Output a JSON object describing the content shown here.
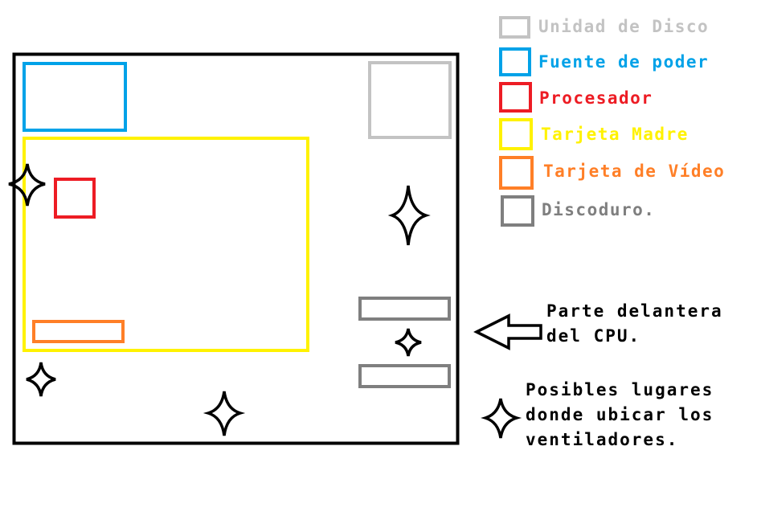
{
  "colors": {
    "disk_drive": "#c3c3c3",
    "power_supply": "#00a2e8",
    "processor": "#ed1c24",
    "motherboard": "#fff200",
    "video_card": "#ff7f27",
    "hard_drive": "#7f7f7f",
    "outline": "#000000"
  },
  "legend": [
    {
      "key": "disk_drive",
      "label": "Unidad de Disco"
    },
    {
      "key": "power_supply",
      "label": "Fuente de poder"
    },
    {
      "key": "processor",
      "label": "Procesador"
    },
    {
      "key": "motherboard",
      "label": "Tarjeta Madre"
    },
    {
      "key": "video_card",
      "label": "Tarjeta de Vídeo"
    },
    {
      "key": "hard_drive",
      "label": "Discoduro."
    }
  ],
  "front_note": {
    "lines": [
      "Parte delantera",
      "del CPU."
    ],
    "icon": "left-arrow-icon"
  },
  "fan_note": {
    "lines": [
      "Posibles lugares",
      "donde ubicar los",
      "ventiladores."
    ],
    "icon": "four-point-star-icon"
  }
}
